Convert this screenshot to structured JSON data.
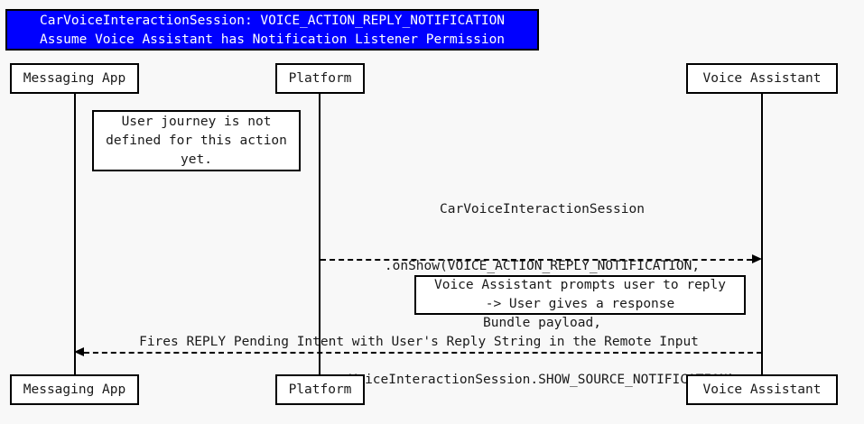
{
  "diagram": {
    "type": "uml-sequence-diagram",
    "background_color": "#f8f8f8",
    "title": {
      "line1": "CarVoiceInteractionSession: VOICE_ACTION_REPLY_NOTIFICATION",
      "line2": "Assume Voice Assistant has Notification Listener Permission",
      "background_color": "#0000ff",
      "text_color": "#ffffff"
    },
    "participants": [
      {
        "id": "messaging-app",
        "label": "Messaging App"
      },
      {
        "id": "platform",
        "label": "Platform"
      },
      {
        "id": "voice-assistant",
        "label": "Voice Assistant"
      }
    ],
    "notes": [
      {
        "id": "note-user-journey",
        "line1": "User journey is not",
        "line2": "defined for this action",
        "line3": "yet."
      },
      {
        "id": "note-voice-prompt",
        "line1": "Voice Assistant prompts user to reply",
        "line2": "-> User gives a response"
      }
    ],
    "messages": [
      {
        "id": "msg-onshow",
        "from": "platform",
        "to": "voice-assistant",
        "direction": "right",
        "style": "dashed",
        "line1": "CarVoiceInteractionSession",
        "line2": ".onShow(VOICE_ACTION_REPLY_NOTIFICATION,",
        "line3": "Bundle payload,",
        "line4": "VoiceInteractionSession.SHOW_SOURCE_NOTIFICATION)"
      },
      {
        "id": "msg-reply-intent",
        "from": "voice-assistant",
        "to": "messaging-app",
        "direction": "left",
        "style": "dashed",
        "line1": "Fires REPLY Pending Intent with User's Reply String in the Remote Input"
      }
    ]
  }
}
